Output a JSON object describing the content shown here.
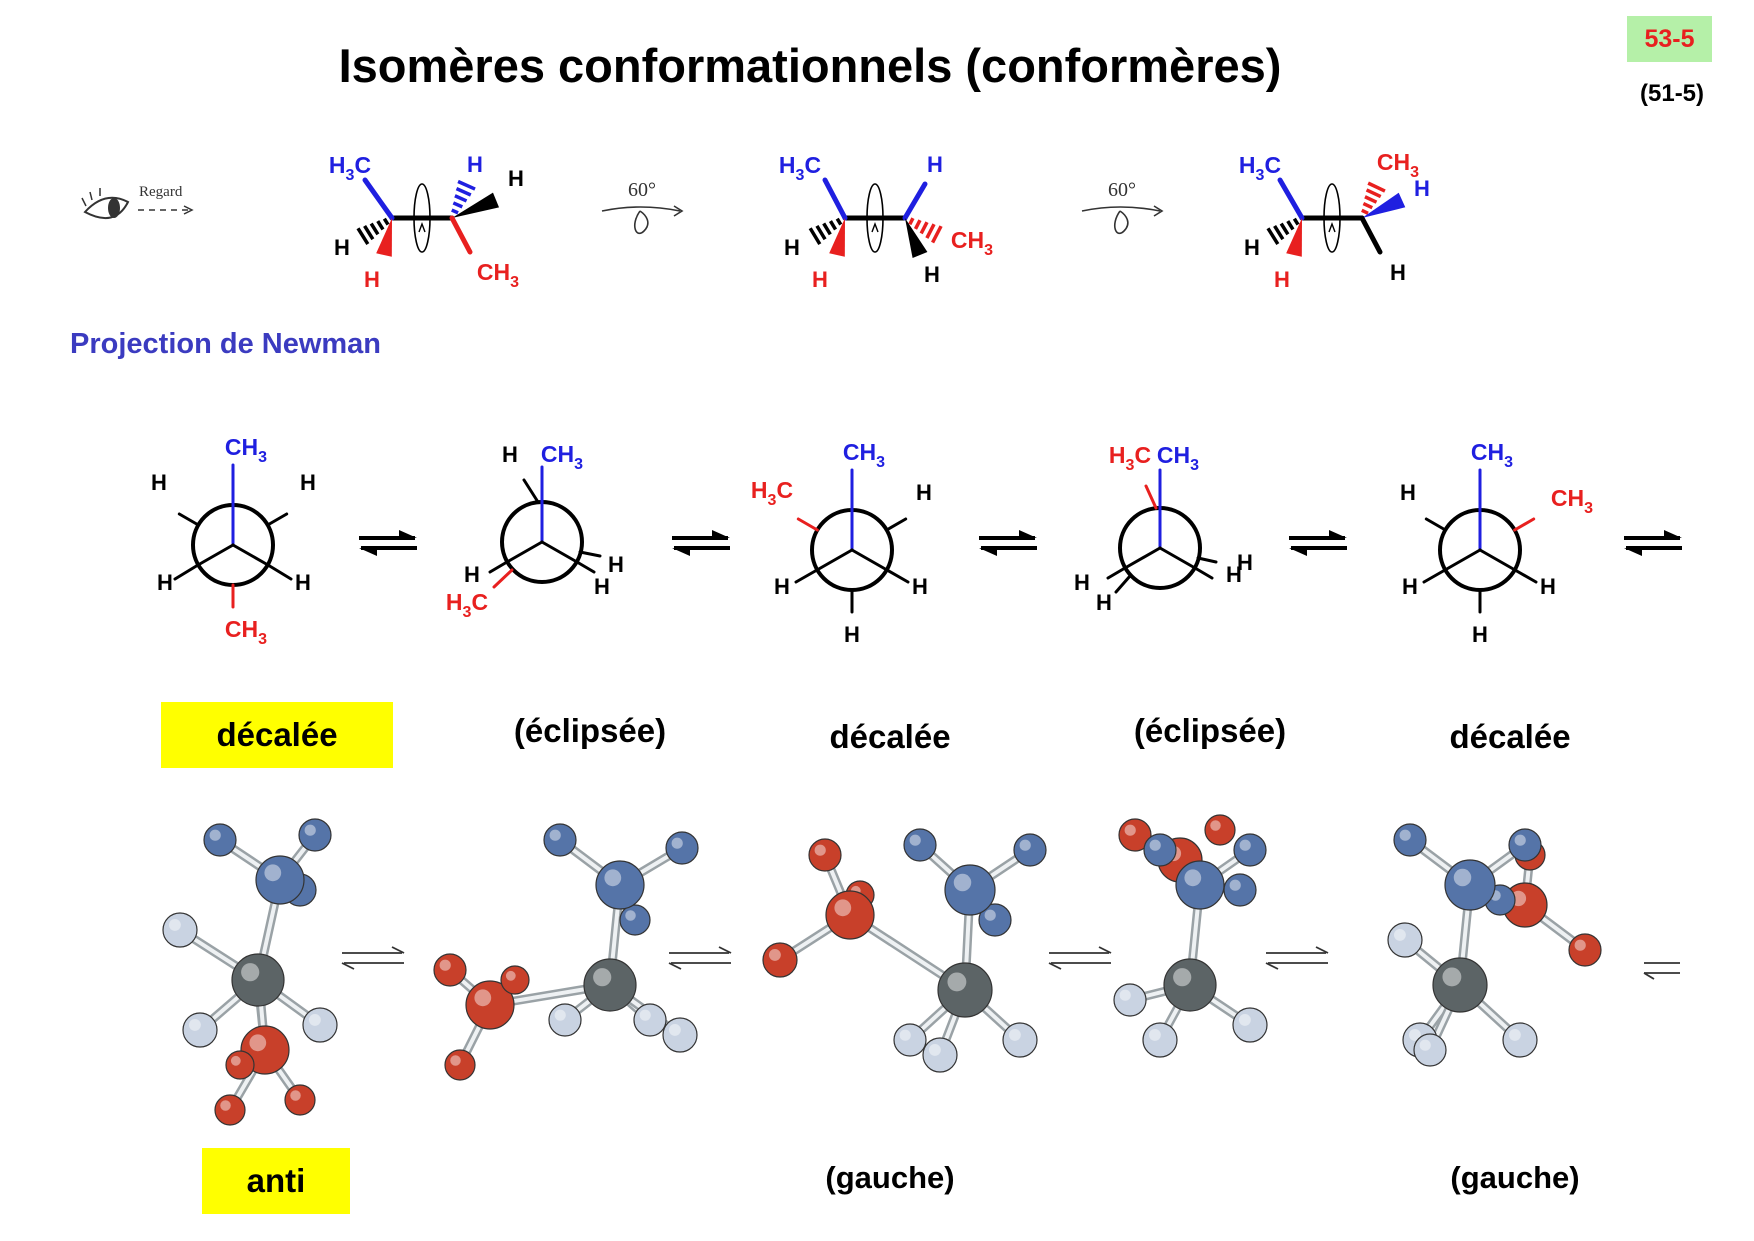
{
  "header": {
    "title": "Isomères conformationnels (conformères)",
    "slide_number": "53-5",
    "slide_number_old": "(51-5)"
  },
  "viewer": {
    "eye_label": "Regard"
  },
  "rotations": [
    {
      "angle": "60°"
    },
    {
      "angle": "60°"
    }
  ],
  "newman_heading": "Projection de Newman",
  "atoms": {
    "H": "H",
    "C": "C",
    "three": "3"
  },
  "conformations": [
    {
      "label": "décalée",
      "highlight": true
    },
    {
      "label": "(éclipsée)",
      "highlight": false
    },
    {
      "label": "décalée",
      "highlight": false
    },
    {
      "label": "(éclipsée)",
      "highlight": false
    },
    {
      "label": "décalée",
      "highlight": false
    }
  ],
  "bottom_labels": [
    {
      "label": "anti",
      "highlight": true
    },
    {
      "label": "(gauche)",
      "highlight": false
    },
    {
      "label": "(gauche)",
      "highlight": false
    }
  ],
  "colors": {
    "front_methyl": "#1f1fe0",
    "back_methyl": "#e8201f",
    "hydrogen_label": "#000000",
    "highlight": "#ffff00",
    "carbon_ball": "#5c6466",
    "hydrogen_ball": "#c9d3e2",
    "methyl_front_ball": "#5574a8",
    "methyl_back_ball": "#c8402a"
  },
  "icons": {
    "eye": "eye-icon",
    "rotation": "rotation-arrow-icon",
    "equilibrium": "equilibrium-arrow-icon"
  }
}
